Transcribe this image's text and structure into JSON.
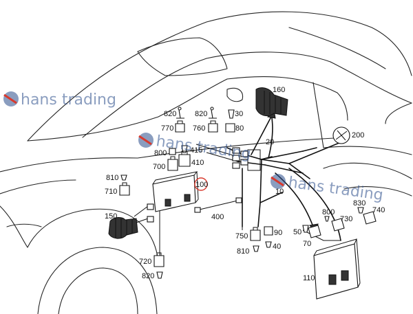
{
  "watermark": {
    "text": "hans trading",
    "color": "#2a4d8a",
    "accent": "#d83a2e"
  },
  "labels": {
    "l160": "160",
    "l200": "200",
    "l20": "20",
    "l820a": "820",
    "l770": "770",
    "l820b": "820",
    "l760": "760",
    "l30": "30",
    "l80": "80",
    "l800a": "800",
    "l415": "415",
    "l410": "410",
    "l700": "700",
    "l810a": "810",
    "l710": "710",
    "l100": "100",
    "l150": "150",
    "l400": "400",
    "l750": "750",
    "l90": "90",
    "l810b": "810",
    "l40": "40",
    "l720": "720",
    "l820c": "820",
    "l10": "10",
    "l50": "50",
    "l70": "70",
    "l800b": "800",
    "l730": "730",
    "l830": "830",
    "l740": "740",
    "l110": "110"
  },
  "highlight": {
    "part": "100",
    "color": "#d83a2e"
  }
}
